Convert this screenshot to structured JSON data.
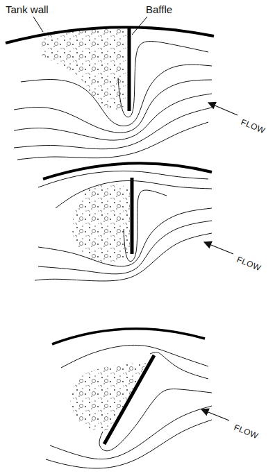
{
  "diagram": {
    "labels": [
      "Tank wall",
      "Baffle",
      "FLOW",
      "FLOW",
      "FLOW"
    ]
  }
}
